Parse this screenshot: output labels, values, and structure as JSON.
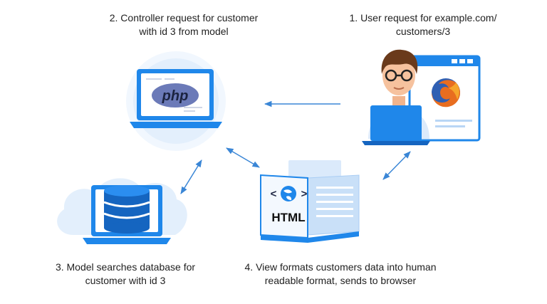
{
  "captions": {
    "step1": {
      "line1": "1. User request for example.com/",
      "line2": "customers/3"
    },
    "step2": {
      "line1": "2. Controller request for customer",
      "line2": "with id 3 from model"
    },
    "step3": {
      "line1": "3. Model searches database for",
      "line2": "customer with id 3"
    },
    "step4": {
      "line1": "4. View formats customers data into human",
      "line2": "readable format, sends to browser"
    }
  },
  "labels": {
    "php_logo": "php",
    "html_text": "HTML",
    "html_tag": "< >"
  },
  "icons": {
    "user": "user-with-laptop-icon",
    "browser": "browser-window-icon",
    "firefox": "firefox-logo-icon",
    "controller": "laptop-php-icon",
    "model": "database-laptop-icon",
    "view": "html-document-icon"
  },
  "colors": {
    "primary_blue": "#1f87ea",
    "light_blue": "#dbeafb",
    "mid_blue": "#a9cdf4",
    "dark_blue": "#1565c0",
    "php_purple": "#6b7ab8",
    "arrow": "#3a86d6"
  }
}
